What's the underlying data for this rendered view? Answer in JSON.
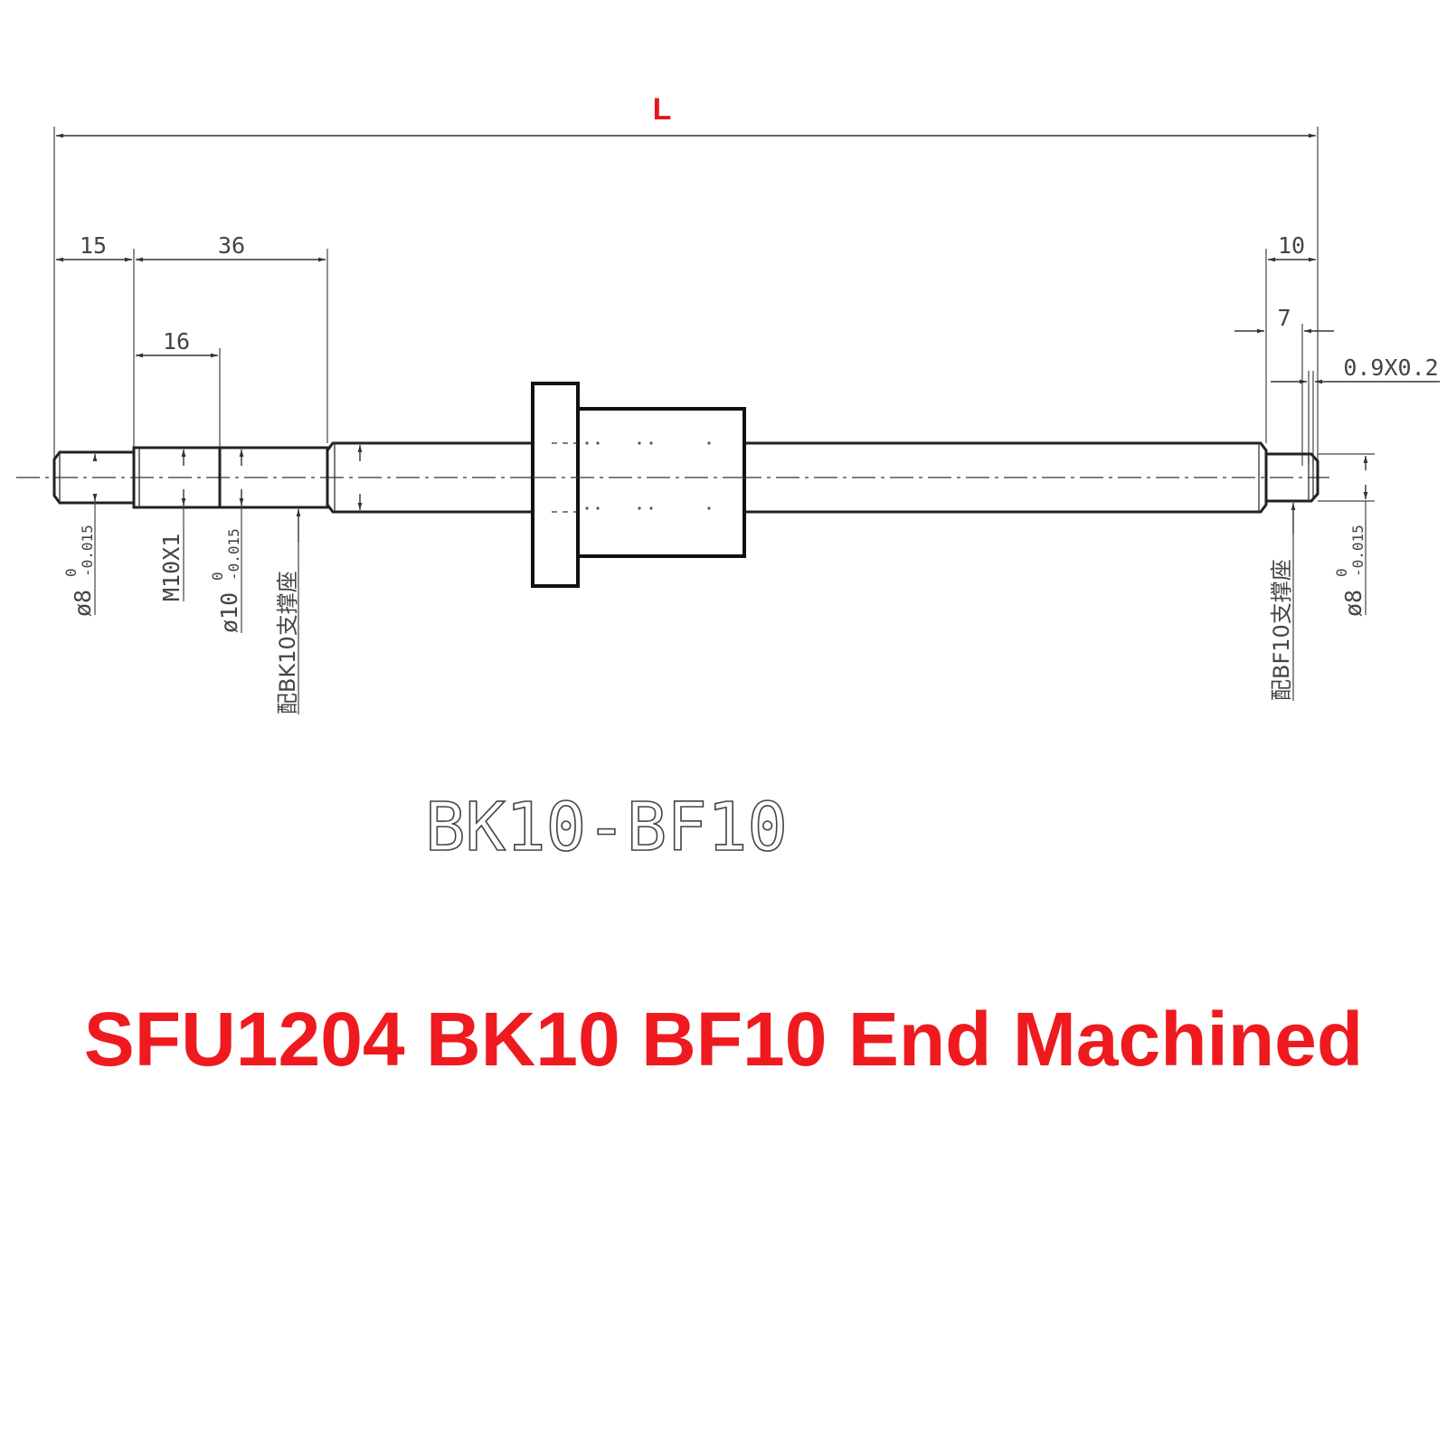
{
  "overall_length_label": "L",
  "dimensions": {
    "d15": "15",
    "d36": "36",
    "d16": "16",
    "d10": "10",
    "d7": "7",
    "groove": "0.9X0.2"
  },
  "callouts": {
    "left_d8": {
      "sym": "ø8",
      "up": "0",
      "low": "-0.015"
    },
    "thread": "M10X1",
    "d10": {
      "sym": "ø10",
      "up": "0",
      "low": "-0.015"
    },
    "bk_note": "配BK10支撑座",
    "bf_note": "配BF10支撑座",
    "right_d8": {
      "sym": "ø8",
      "up": "0",
      "low": "-0.015"
    }
  },
  "model_label": "BK10-BF10",
  "title": "SFU1204 BK10 BF10 End Machined",
  "colors": {
    "accent": "#ee1a1f",
    "ink": "#333333"
  }
}
